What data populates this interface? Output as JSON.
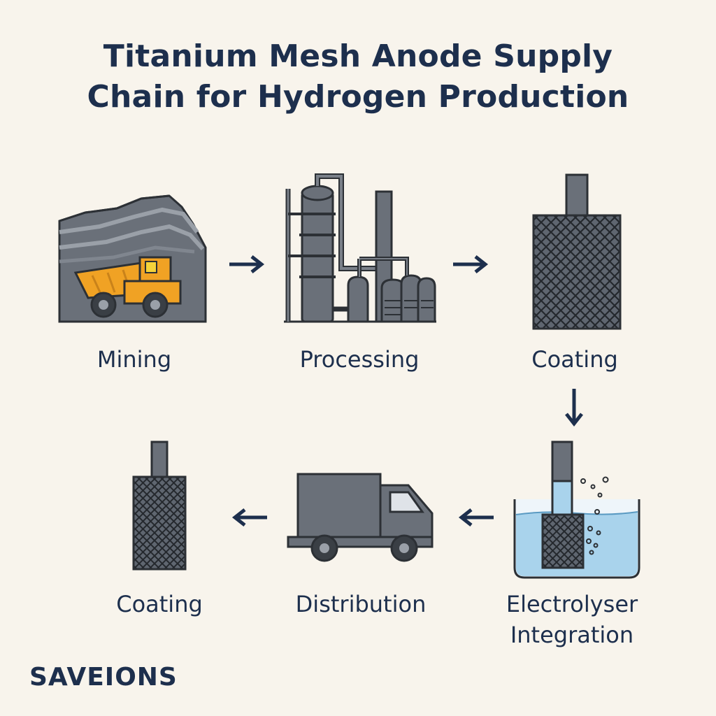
{
  "title": {
    "line1": "Titanium Mesh Anode Supply",
    "line2": "Chain for Hydrogen Production"
  },
  "steps": [
    {
      "label": "Mining",
      "icon": "mining-icon"
    },
    {
      "label": "Processing",
      "icon": "refinery-icon"
    },
    {
      "label": "Coating",
      "icon": "mesh-anode-icon"
    },
    {
      "label_line1": "Electrolyser",
      "label_line2": "Integration",
      "icon": "electrolyser-icon"
    },
    {
      "label": "Distribution",
      "icon": "truck-icon"
    },
    {
      "label": "Coating",
      "icon": "mesh-anode-icon"
    }
  ],
  "brand": "SAVEIONS",
  "colors": {
    "background": "#f8f4ec",
    "ink": "#1d2f4d",
    "steel": "#5f6670",
    "outline": "#2c3035",
    "truck_yellow": "#f0a224",
    "water": "#a9d3ec"
  }
}
